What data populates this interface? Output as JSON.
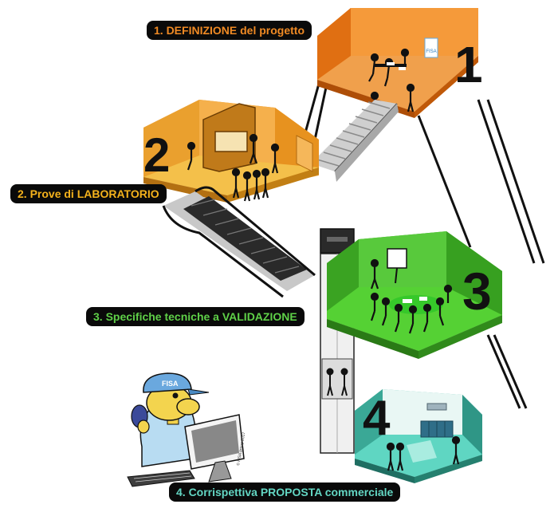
{
  "steps": [
    {
      "label": "1. DEFINIZIONE del progetto",
      "number": "1",
      "color": "#f08a24"
    },
    {
      "label": "2. Prove di LABORATORIO",
      "number": "2",
      "color": "#f4b21c"
    },
    {
      "label": "3. Specifiche tecniche a VALIDAZIONE",
      "number": "3",
      "color": "#5fd048"
    },
    {
      "label": "4. Corrispettiva PROPOSTA commerciale",
      "number": "4",
      "color": "#63d6c3"
    }
  ],
  "mascot": {
    "cap_text": "FISA",
    "monitor_text": "© FISA group 2017"
  },
  "room1": {
    "logo_text": "FISA"
  }
}
